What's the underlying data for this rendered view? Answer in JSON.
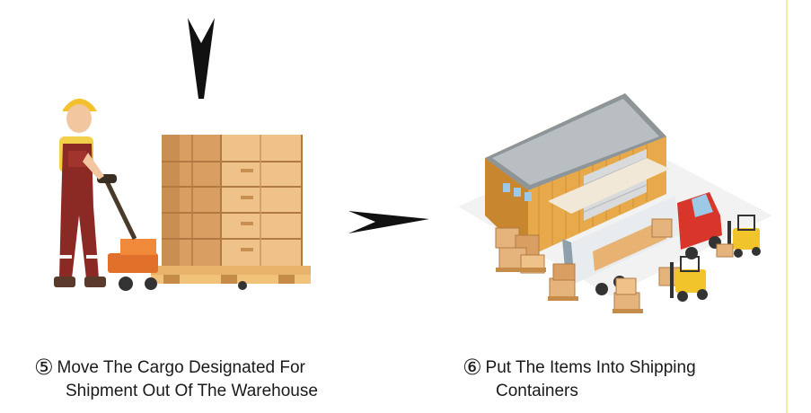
{
  "steps": [
    {
      "number": "⑤",
      "line1": "Move The Cargo Designated For",
      "line2": "Shipment Out Of The Warehouse",
      "illustration": "worker-with-pallet-jack"
    },
    {
      "number": "⑥",
      "line1": "Put The Items Into Shipping",
      "line2": "Containers",
      "illustration": "warehouse-with-truck-and-forklifts"
    }
  ],
  "arrows": [
    "down-arrow-icon",
    "right-arrow-icon"
  ],
  "colors": {
    "box": "#e5b47c",
    "box_dark": "#c98e52",
    "pallet": "#f0c27a",
    "jack": "#e0702a",
    "overalls": "#8b2a24",
    "shirt": "#f2d04a",
    "helmet": "#f3c12e",
    "roof": "#8e9598",
    "wall": "#e8a94a",
    "truck_cab": "#d8352b",
    "forklift": "#f2c42c",
    "accent_rule": "#f4ef9c"
  }
}
